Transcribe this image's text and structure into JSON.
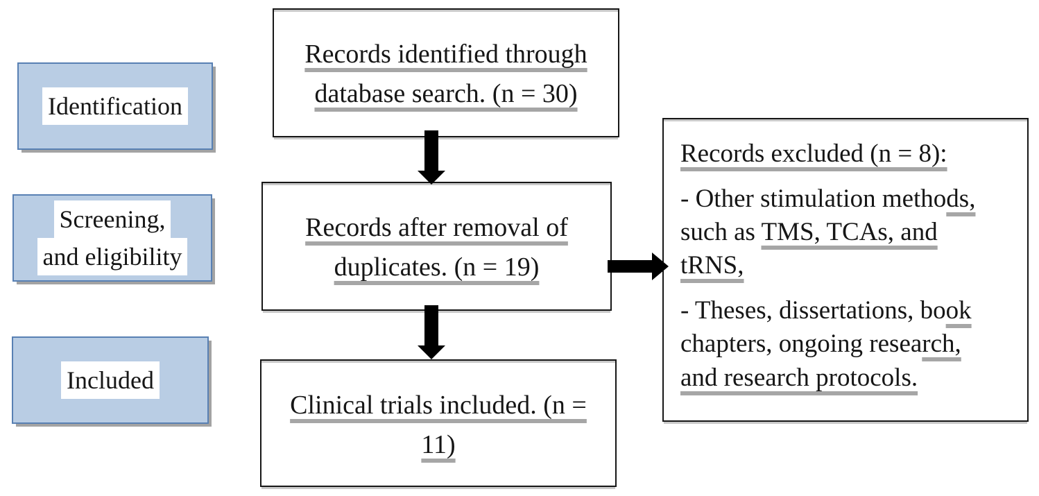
{
  "colors": {
    "background": "#ffffff",
    "stage_fill": "#b9cde4",
    "stage_border": "#5880b3",
    "stage_shadow": "#a3a3a3",
    "flow_box_border": "#161616",
    "flow_box_inner_line": "#c9c9c9",
    "underline": "#a6a6a6",
    "arrow": "#000000",
    "text": "#161616"
  },
  "stages": [
    {
      "line1": "Identification"
    },
    {
      "line1": "Screening,",
      "line2": "and eligibility"
    },
    {
      "line1": "Included"
    }
  ],
  "flow_boxes": [
    {
      "line1": "Records identified through",
      "line2": "database search. (n = 30)"
    },
    {
      "line1": "Records after removal of",
      "line2": "duplicates. (n = 19)"
    },
    {
      "line1": "Clinical trials included. (n =",
      "line2": "11)"
    }
  ],
  "excluded": {
    "title": "Records excluded (n = 8):",
    "item1": {
      "l1_plain": "- Other stimulation metho",
      "l1_under": "ds,",
      "l2_plain": "such as",
      "l2_under": "TMS, TCAs, and",
      "l3_under": "tRNS,"
    },
    "item2": {
      "l1_plain": "- Theses, dissertations, bo",
      "l1_under": "ok",
      "l2_plain": "chapters, ongoing resea",
      "l2_under": "rch,",
      "l3_under": "and research protocols."
    }
  }
}
